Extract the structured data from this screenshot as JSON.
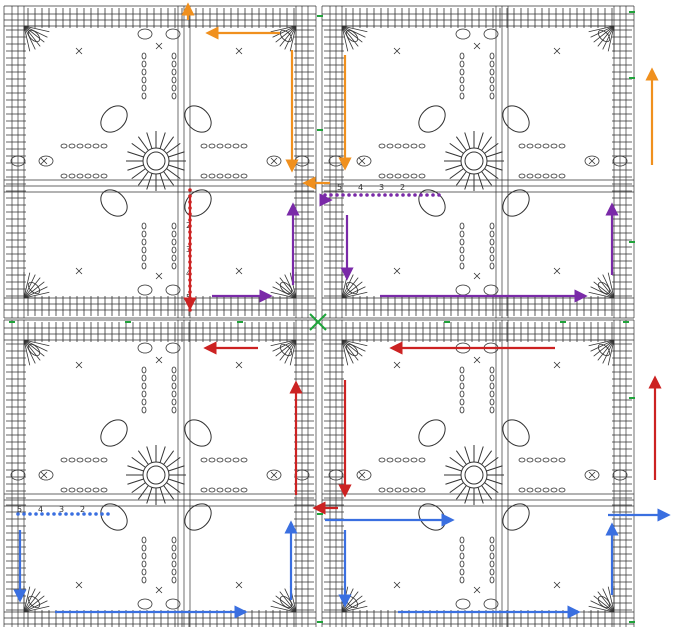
{
  "diagram": {
    "type": "crochet-granny-square-join-chart",
    "grid": {
      "rows": 2,
      "cols": 2
    },
    "row_counters": {
      "top_right_join": [
        "5",
        "4",
        "3",
        "2"
      ],
      "bottom_left_join": [
        "5",
        "4",
        "3",
        "2"
      ],
      "vertical_join": [
        "2",
        "3",
        "4",
        "5"
      ]
    },
    "symbols": [
      "chain-oval",
      "single-crochet-x",
      "double-crochet-t",
      "ring"
    ],
    "colors": {
      "orange": "#f0901e",
      "purple": "#7a2aa8",
      "red": "#cc2222",
      "blue": "#3a6fe0",
      "green": "#1fa33a",
      "ink": "#333333"
    },
    "direction_arrows": [
      {
        "color": "orange",
        "dir": "up"
      },
      {
        "color": "orange",
        "dir": "left"
      },
      {
        "color": "orange",
        "dir": "down"
      },
      {
        "color": "orange",
        "dir": "left"
      },
      {
        "color": "orange",
        "dir": "down"
      },
      {
        "color": "orange",
        "dir": "up"
      },
      {
        "color": "purple",
        "dir": "right"
      },
      {
        "color": "purple",
        "dir": "up"
      },
      {
        "color": "purple",
        "dir": "down"
      },
      {
        "color": "purple",
        "dir": "right"
      },
      {
        "color": "purple",
        "dir": "right"
      },
      {
        "color": "purple",
        "dir": "up"
      },
      {
        "color": "red",
        "dir": "down"
      },
      {
        "color": "red",
        "dir": "left"
      },
      {
        "color": "red",
        "dir": "up"
      },
      {
        "color": "red",
        "dir": "left"
      },
      {
        "color": "red",
        "dir": "down"
      },
      {
        "color": "red",
        "dir": "up"
      },
      {
        "color": "red",
        "dir": "left"
      },
      {
        "color": "blue",
        "dir": "down"
      },
      {
        "color": "blue",
        "dir": "right"
      },
      {
        "color": "blue",
        "dir": "up"
      },
      {
        "color": "blue",
        "dir": "right"
      },
      {
        "color": "blue",
        "dir": "down"
      },
      {
        "color": "blue",
        "dir": "right"
      },
      {
        "color": "blue",
        "dir": "up"
      },
      {
        "color": "blue",
        "dir": "right"
      }
    ],
    "center_mark": "join-cross"
  }
}
